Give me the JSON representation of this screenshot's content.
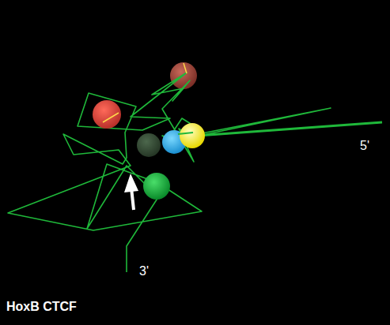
{
  "diagram": {
    "labels": [
      "5'",
      "3'",
      "HoxB CTCF"
    ]
  }
}
